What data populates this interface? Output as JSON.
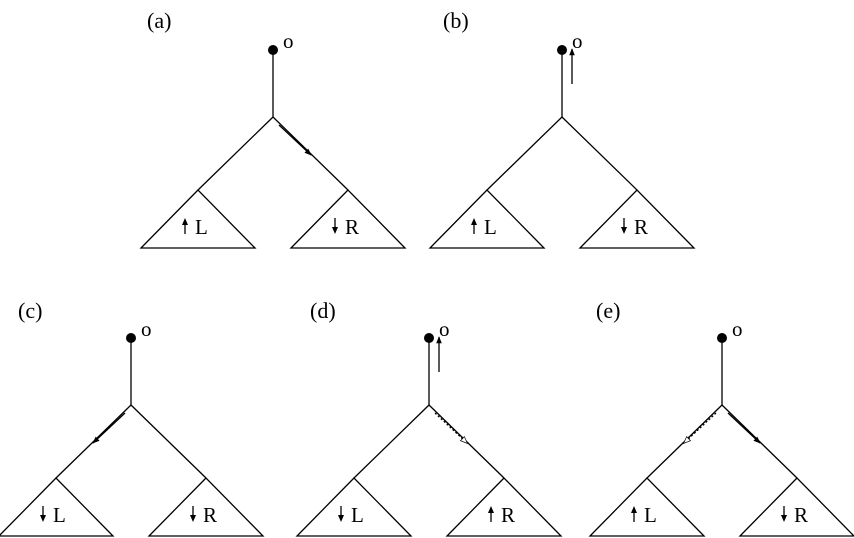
{
  "panels": [
    {
      "label": "(a)",
      "root_label": "o",
      "left_subtree": {
        "label": "L",
        "arrow": "up"
      },
      "right_subtree": {
        "label": "R",
        "arrow": "down"
      },
      "arrows": [
        {
          "edge": "right",
          "dir": "down",
          "style": "solid"
        }
      ]
    },
    {
      "label": "(b)",
      "root_label": "o",
      "left_subtree": {
        "label": "L",
        "arrow": "up"
      },
      "right_subtree": {
        "label": "R",
        "arrow": "down"
      },
      "arrows": [
        {
          "edge": "stem",
          "dir": "up",
          "style": "solid"
        }
      ]
    },
    {
      "label": "(c)",
      "root_label": "o",
      "left_subtree": {
        "label": "L",
        "arrow": "down"
      },
      "right_subtree": {
        "label": "R",
        "arrow": "down"
      },
      "arrows": [
        {
          "edge": "left",
          "dir": "down",
          "style": "solid"
        }
      ]
    },
    {
      "label": "(d)",
      "root_label": "o",
      "left_subtree": {
        "label": "L",
        "arrow": "down"
      },
      "right_subtree": {
        "label": "R",
        "arrow": "up"
      },
      "arrows": [
        {
          "edge": "stem",
          "dir": "up",
          "style": "solid"
        },
        {
          "edge": "right",
          "dir": "down",
          "style": "dotted"
        }
      ]
    },
    {
      "label": "(e)",
      "root_label": "o",
      "left_subtree": {
        "label": "L",
        "arrow": "up"
      },
      "right_subtree": {
        "label": "R",
        "arrow": "down"
      },
      "arrows": [
        {
          "edge": "left",
          "dir": "down",
          "style": "dotted"
        },
        {
          "edge": "right",
          "dir": "down",
          "style": "solid"
        }
      ]
    }
  ]
}
